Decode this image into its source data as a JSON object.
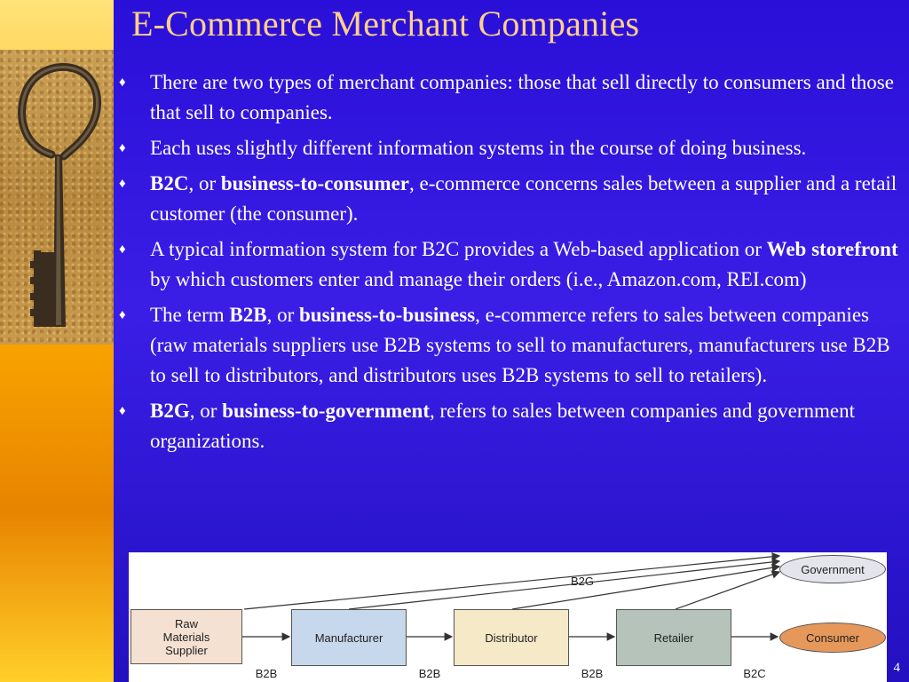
{
  "slide": {
    "title": "E-Commerce Merchant Companies",
    "number": "4"
  },
  "bullets": [
    {
      "segments": [
        {
          "text": "There are two types of merchant companies: those that sell directly to consumers and those that sell to companies.",
          "bold": false
        }
      ]
    },
    {
      "segments": [
        {
          "text": "Each uses slightly different information systems in the course of doing business.",
          "bold": false
        }
      ]
    },
    {
      "segments": [
        {
          "text": "B2C",
          "bold": true
        },
        {
          "text": ", or ",
          "bold": false
        },
        {
          "text": "business-to-consumer",
          "bold": true
        },
        {
          "text": ", e-commerce concerns sales between a supplier and a retail customer (the consumer).",
          "bold": false
        }
      ]
    },
    {
      "segments": [
        {
          "text": "A typical information system for B2C provides a Web-based application or ",
          "bold": false
        },
        {
          "text": "Web storefront",
          "bold": true
        },
        {
          "text": " by which customers enter and manage their orders (i.e., Amazon.com, REI.com)",
          "bold": false
        }
      ]
    },
    {
      "segments": [
        {
          "text": "The term ",
          "bold": false
        },
        {
          "text": "B2B",
          "bold": true
        },
        {
          "text": ", or ",
          "bold": false
        },
        {
          "text": "business-to-business",
          "bold": true
        },
        {
          "text": ", e-commerce refers to sales between companies (raw materials suppliers use B2B systems to sell to manufacturers, manufacturers use B2B to sell to distributors, and distributors uses B2B systems to sell to retailers).",
          "bold": false
        }
      ]
    },
    {
      "segments": [
        {
          "text": "B2G",
          "bold": true
        },
        {
          "text": ", or ",
          "bold": false
        },
        {
          "text": "business-to-government",
          "bold": true
        },
        {
          "text": ", refers to sales between companies and government organizations.",
          "bold": false
        }
      ]
    }
  ],
  "diagram": {
    "nodes": {
      "supplier": "Raw Materials Supplier",
      "manufacturer": "Manufacturer",
      "distributor": "Distributor",
      "retailer": "Retailer",
      "consumer": "Consumer",
      "government": "Government"
    },
    "edge_labels": {
      "b2g": "B2G",
      "b2b_1": "B2B",
      "b2b_2": "B2B",
      "b2b_3": "B2B",
      "b2c": "B2C"
    },
    "colors": {
      "supplier": "#f4e1d2",
      "manufacturer": "#c7d7ec",
      "distributor": "#f6e9c8",
      "retailer": "#b5c3bb",
      "consumer": "#e6985a",
      "government": "#e4e4ec"
    }
  },
  "icons": {
    "bullet": "diamond-bullet-icon",
    "key": "key-icon"
  },
  "colors": {
    "background": "#3218e0",
    "title": "#ffd08a",
    "text": "#ffffff",
    "side_strip": "#ffb000"
  }
}
